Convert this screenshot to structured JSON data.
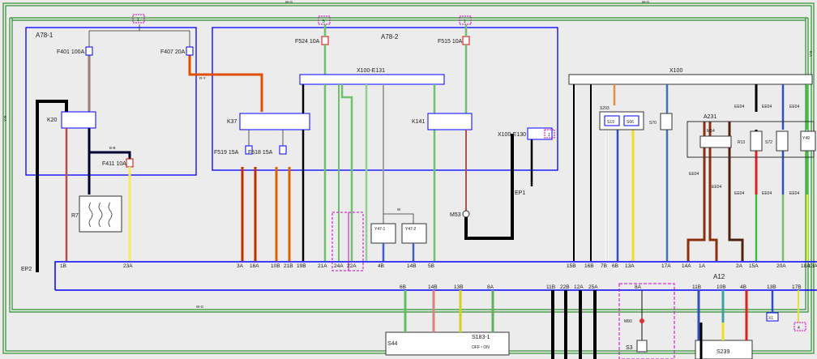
{
  "frame_labels": {
    "top_left": "W-G",
    "top_right": "W-G",
    "left": "Y-R",
    "right": "Y-R",
    "mid": "W-G"
  },
  "flags": {
    "f1": "1",
    "f2": "5",
    "f3": "1",
    "f4": "1",
    "f5": "4"
  },
  "modules": {
    "a781": "A78-1",
    "a782": "A78-2",
    "x100e131": "X100-E131",
    "x100": "X100",
    "x100e130": "X100-E130",
    "a231": "A231",
    "a12": "A12",
    "s44": "S44",
    "s183": "S183-1",
    "s183_state": "OFF ˣ ON",
    "s239": "S239"
  },
  "fuses": {
    "f401": "F401 100A",
    "f407": "F407 20A",
    "f411": "F411 10A",
    "f524": "F524 10A",
    "f515": "F515 10A",
    "f519": "F519 15A",
    "f518": "F518 15A"
  },
  "relays": {
    "k20": "K20",
    "k37": "K37",
    "k141": "K141",
    "r7": "R7",
    "r13": "R13",
    "s293": "S293",
    "s19": "S19",
    "s66": "S66",
    "s70": "S70",
    "s72": "S72",
    "y49": "Y49",
    "m54": "M54",
    "y471": "Y47-1",
    "y472": "Y47-2",
    "m53": "M53",
    "m90": "M90",
    "s3": "S3"
  },
  "grounds": {
    "ep1": "EP1",
    "ep2": "EP2"
  },
  "wire_labels": {
    "ry": "R-Y",
    "k20h": "B-B",
    "wtop": "W",
    "ee": "EE04"
  },
  "conn_top": [
    "1B",
    "23A",
    "3A",
    "16A",
    "10B",
    "21B",
    "19B",
    "21A",
    "24A",
    "22A",
    "4B",
    "14B",
    "5B",
    "15B",
    "16B",
    "7B",
    "6B",
    "13A",
    "17A",
    "14A",
    "1A",
    "2A",
    "15A",
    "20A",
    "18A",
    "13A"
  ],
  "conn_bottom": [
    "6B",
    "14B",
    "13B",
    "8A",
    "11B",
    "22B",
    "12A",
    "25A",
    "8A",
    "11B",
    "10B",
    "4B",
    "13B",
    "17B"
  ],
  "ext": {
    "x1": "X1"
  }
}
